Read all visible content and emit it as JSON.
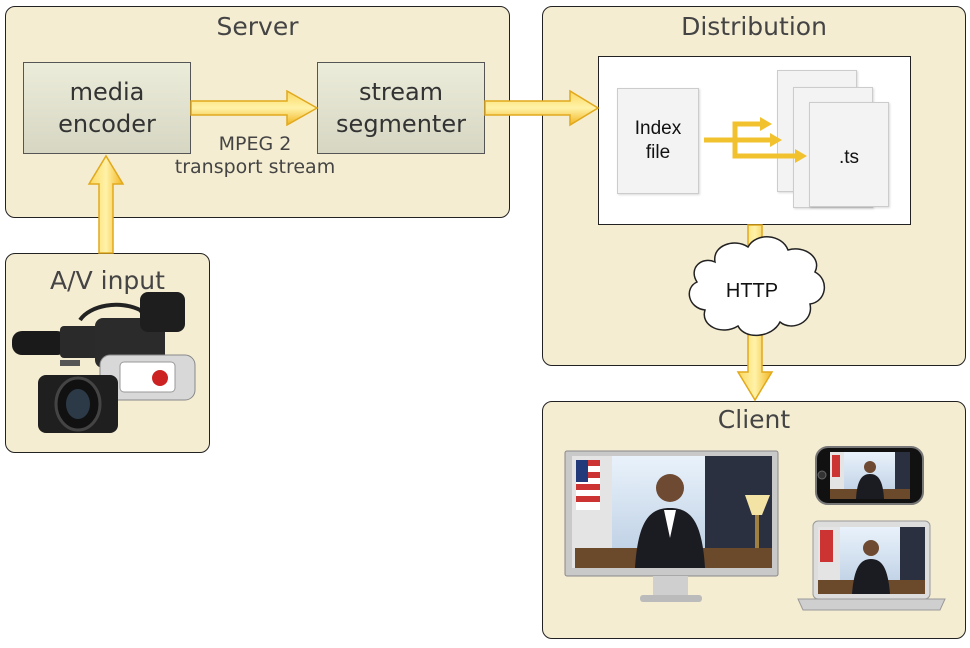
{
  "server": {
    "title": "Server"
  },
  "encoder": {
    "label": "media\nencoder"
  },
  "segmenter": {
    "label": "stream\nsegmenter"
  },
  "transport": {
    "label": "MPEG 2\ntransport stream"
  },
  "distribution": {
    "title": "Distribution",
    "index_label": "Index\nfile",
    "ts_label": ".ts"
  },
  "http": {
    "label": "HTTP"
  },
  "input": {
    "title": "A/V input"
  },
  "client": {
    "title": "Client"
  },
  "colors": {
    "panel": "#f5edd2",
    "arrow": "#f9c22b",
    "arrow_stroke": "#e1a91c"
  }
}
